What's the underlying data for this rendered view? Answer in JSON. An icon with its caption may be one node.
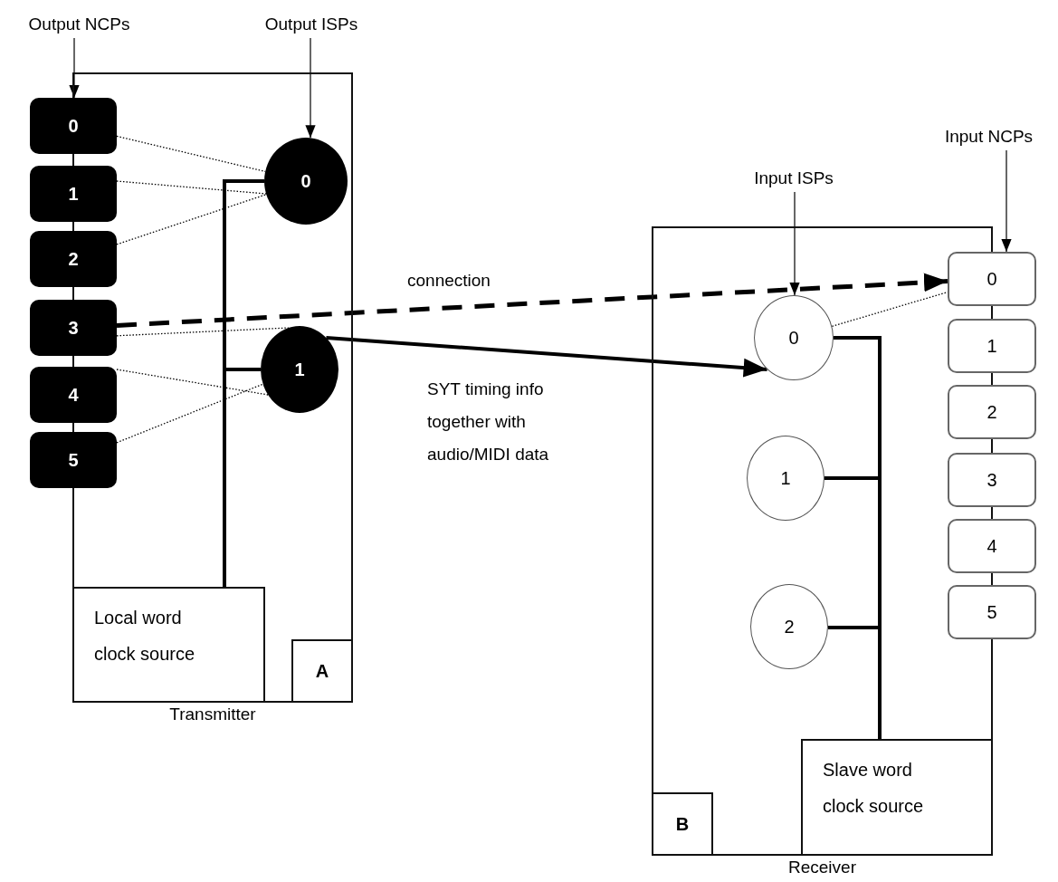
{
  "diagram": {
    "nodes": [
      {
        "text": [
          "Transmitter"
        ]
      },
      {
        "text": [
          "A"
        ],
        "in": 0
      },
      {
        "text": [
          "Local word clock source"
        ],
        "in": 0
      },
      {
        "text": [
          "0"
        ]
      },
      {
        "text": [
          "1"
        ]
      },
      {
        "text": [
          "2"
        ]
      },
      {
        "text": [
          "3"
        ]
      },
      {
        "text": [
          "4"
        ]
      },
      {
        "text": [
          "5"
        ]
      },
      {
        "text": [
          "0"
        ],
        "in": 0
      },
      {
        "text": [
          "1"
        ],
        "in": 0
      },
      {
        "text": [
          "Receiver"
        ]
      },
      {
        "text": [
          "B"
        ],
        "in": 11
      },
      {
        "text": [
          "Slave word clock source"
        ],
        "in": 11
      },
      {
        "text": [
          "0"
        ],
        "in": 11
      },
      {
        "text": [
          "1"
        ],
        "in": 11
      },
      {
        "text": [
          "2"
        ],
        "in": 11
      },
      {
        "text": [
          "0"
        ]
      },
      {
        "text": [
          "1"
        ]
      },
      {
        "text": [
          "2"
        ]
      },
      {
        "text": [
          "3"
        ]
      },
      {
        "text": [
          "4"
        ]
      },
      {
        "text": [
          "5"
        ]
      },
      {
        "text": [
          "Output NCPs"
        ]
      },
      {
        "text": [
          "Output ISPs"
        ]
      },
      {
        "text": [
          "Input ISPs"
        ]
      },
      {
        "text": [
          "Input NCPs"
        ]
      }
    ],
    "edges": [
      {
        "from": 3,
        "to": 9,
        "arrow": "none",
        "style": "dashed"
      },
      {
        "from": 4,
        "to": 9,
        "arrow": "none",
        "style": "dashed"
      },
      {
        "from": 5,
        "to": 9,
        "arrow": "none",
        "style": "dashed"
      },
      {
        "from": 6,
        "to": 10,
        "arrow": "none",
        "style": "dashed"
      },
      {
        "from": 7,
        "to": 10,
        "arrow": "none",
        "style": "dashed"
      },
      {
        "from": 8,
        "to": 10,
        "arrow": "none",
        "style": "dashed"
      },
      {
        "from": 6,
        "to": 17,
        "arrow": "to",
        "style": "dashed",
        "label": "connection"
      },
      {
        "from": 10,
        "to": 14,
        "arrow": "to",
        "style": "thick",
        "label": "SYT timing info together with audio/MIDI data"
      },
      {
        "from": 14,
        "to": 17,
        "arrow": "none",
        "style": "dashed"
      },
      {
        "from": 2,
        "to": 9,
        "arrow": "none",
        "style": "thick"
      },
      {
        "from": 2,
        "to": 10,
        "arrow": "none",
        "style": "thick"
      },
      {
        "from": 13,
        "to": 14,
        "arrow": "none",
        "style": "thick"
      },
      {
        "from": 13,
        "to": 15,
        "arrow": "none",
        "style": "thick"
      },
      {
        "from": 13,
        "to": 16,
        "arrow": "none",
        "style": "thick"
      },
      {
        "from": 23,
        "to": 3,
        "arrow": "to"
      },
      {
        "from": 24,
        "to": 9,
        "arrow": "to"
      },
      {
        "from": 25,
        "to": 14,
        "arrow": "to"
      },
      {
        "from": 26,
        "to": 17,
        "arrow": "to"
      }
    ]
  }
}
